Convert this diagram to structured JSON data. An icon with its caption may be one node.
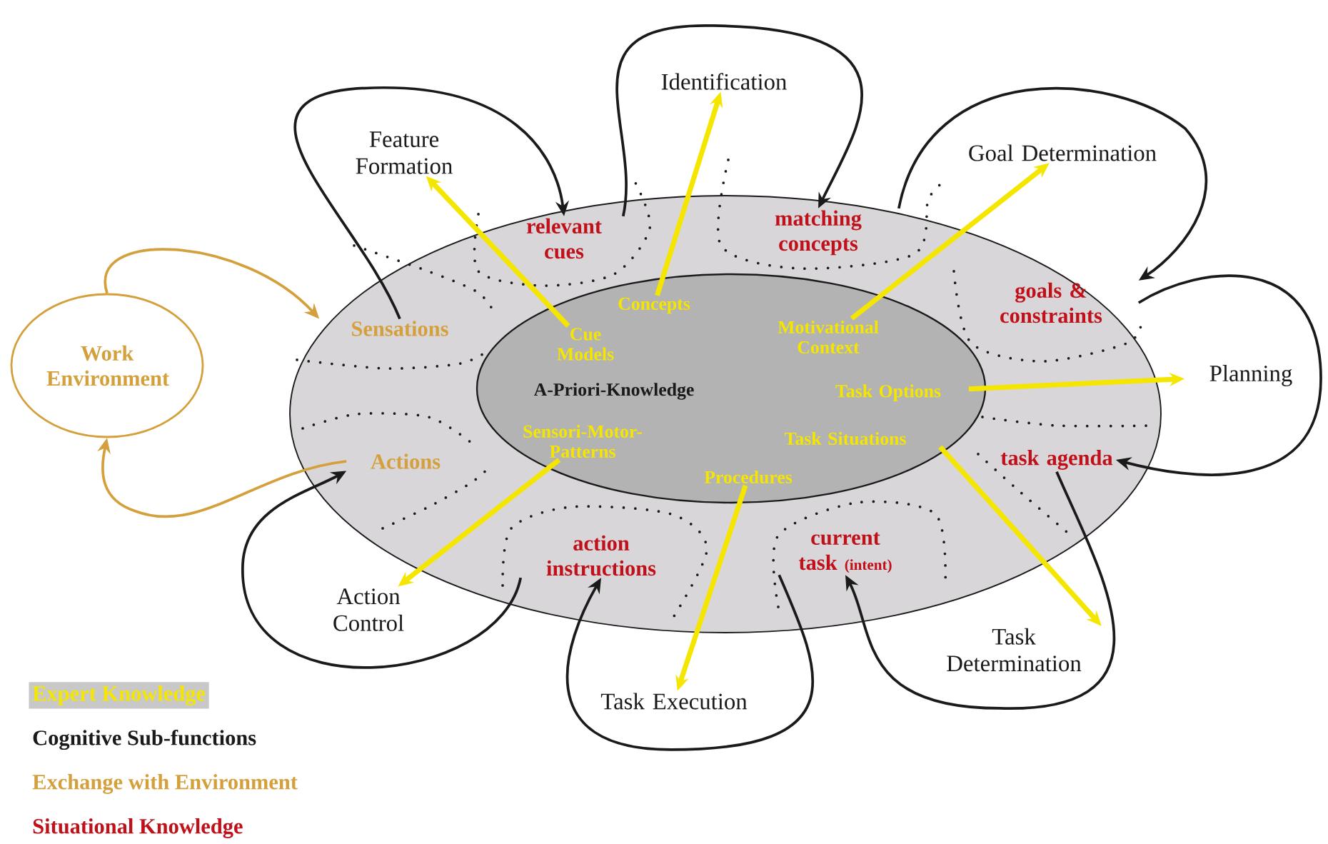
{
  "diagram": {
    "nodes": [
      {
        "text": [],
        "shape": "ellipse"
      },
      {
        "text": [
          "A-Priori-Knowledge"
        ],
        "in": 0
      },
      {
        "text": [
          "Concepts"
        ],
        "in": 1
      },
      {
        "text": [
          "Cue Models"
        ],
        "in": 1
      },
      {
        "text": [
          "Sensori-Motor-Patterns"
        ],
        "in": 1
      },
      {
        "text": [
          "Motivational Context"
        ],
        "in": 1
      },
      {
        "text": [
          "Task Options"
        ],
        "in": 1
      },
      {
        "text": [
          "Task Situations"
        ],
        "in": 1
      },
      {
        "text": [
          "Procedures"
        ],
        "in": 1
      },
      {
        "text": [
          "Sensations"
        ],
        "in": 0
      },
      {
        "text": [
          "relevant cues"
        ],
        "in": 0
      },
      {
        "text": [
          "matching concepts"
        ],
        "in": 0
      },
      {
        "text": [
          "goals & constraints"
        ],
        "in": 0
      },
      {
        "text": [
          "task agenda"
        ],
        "in": 0
      },
      {
        "text": [
          "current task",
          "(intent)"
        ],
        "in": 0
      },
      {
        "text": [
          "action instructions"
        ],
        "in": 0
      },
      {
        "text": [
          "Actions"
        ],
        "in": 0
      },
      {
        "text": [
          "Feature Formation"
        ]
      },
      {
        "text": [
          "Identification"
        ]
      },
      {
        "text": [
          "Goal Determination"
        ]
      },
      {
        "text": [
          "Planning"
        ]
      },
      {
        "text": [
          "Task Determination"
        ]
      },
      {
        "text": [
          "Task Execution"
        ]
      },
      {
        "text": [
          "Action Control"
        ]
      },
      {
        "text": [
          "Work Environment"
        ]
      }
    ],
    "edges": [
      {
        "from": 3,
        "to": 17,
        "arrow": "to",
        "style": "thick",
        "color": "#f5e600"
      },
      {
        "from": 2,
        "to": 18,
        "arrow": "to",
        "style": "thick",
        "color": "#f5e600"
      },
      {
        "from": 5,
        "to": 19,
        "arrow": "to",
        "style": "thick",
        "color": "#f5e600"
      },
      {
        "from": 6,
        "to": 20,
        "arrow": "to",
        "style": "thick",
        "color": "#f5e600"
      },
      {
        "from": 7,
        "to": 21,
        "arrow": "to",
        "style": "thick",
        "color": "#f5e600"
      },
      {
        "from": 8,
        "to": 22,
        "arrow": "to",
        "style": "thick",
        "color": "#f5e600"
      },
      {
        "from": 4,
        "to": 23,
        "arrow": "to",
        "style": "thick",
        "color": "#f5e600"
      },
      {
        "from": 9,
        "to": 10,
        "arrow": "to",
        "color": "#1a1a1a"
      },
      {
        "from": 10,
        "to": 11,
        "arrow": "to",
        "color": "#1a1a1a"
      },
      {
        "from": 11,
        "to": 12,
        "arrow": "to",
        "color": "#1a1a1a"
      },
      {
        "from": 12,
        "to": 13,
        "arrow": "to",
        "color": "#1a1a1a"
      },
      {
        "from": 13,
        "to": 14,
        "arrow": "to",
        "color": "#1a1a1a"
      },
      {
        "from": 14,
        "to": 15,
        "arrow": "to",
        "color": "#1a1a1a"
      },
      {
        "from": 15,
        "to": 16,
        "arrow": "to",
        "color": "#1a1a1a"
      },
      {
        "from": 24,
        "to": 9,
        "arrow": "to",
        "color": "#d4a03c"
      },
      {
        "from": 16,
        "to": 24,
        "arrow": "to",
        "color": "#d4a03c"
      }
    ],
    "legend": [
      {
        "text": "Expert Knowledge",
        "color": "#f5e600"
      },
      {
        "text": "Cognitive Sub-functions",
        "color": "#1a1a1a"
      },
      {
        "text": "Exchange with Environment",
        "color": "#d4a03c"
      },
      {
        "text": "Situational Knowledge",
        "color": "#c0101a"
      }
    ]
  }
}
